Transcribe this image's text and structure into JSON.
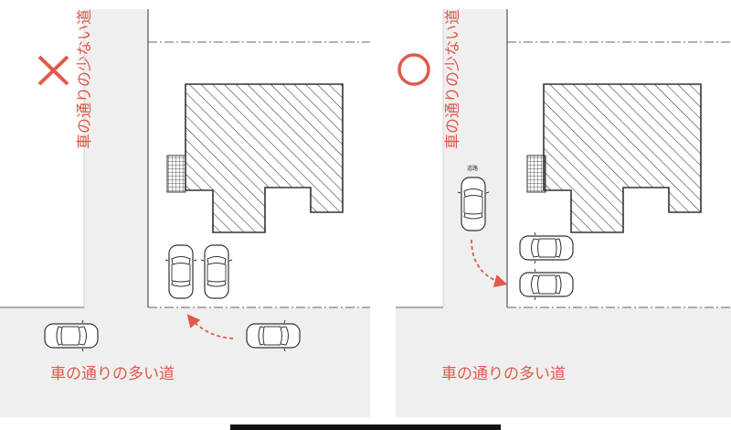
{
  "colors": {
    "accent": "#e05a4b",
    "road": "#efefef",
    "line": "#333333"
  },
  "left": {
    "verdict_icon": "cross-mark-icon",
    "side_road_label": "車の通りの少ない道",
    "main_road_label": "車の通りの多い道"
  },
  "right": {
    "verdict_icon": "circle-mark-icon",
    "side_road_label": "車の通りの少ない道",
    "main_road_label": "車の通りの多い道",
    "car_tag": "道路"
  }
}
